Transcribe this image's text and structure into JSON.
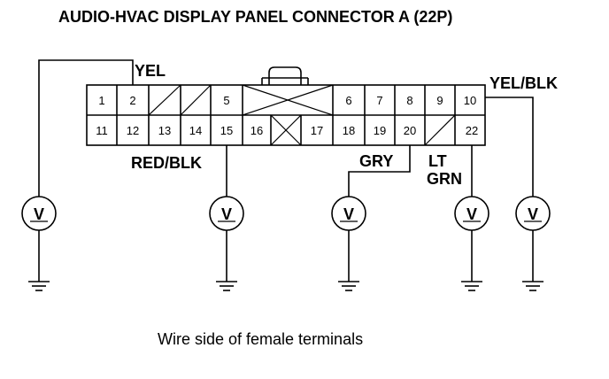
{
  "title": "AUDIO-HVAC DISPLAY PANEL CONNECTOR A (22P)",
  "caption": "Wire side of female terminals",
  "meter_symbol": "V",
  "wire_labels": {
    "yel": "YEL",
    "yel_blk": "YEL/BLK",
    "red_blk": "RED/BLK",
    "gry": "GRY",
    "lt": "LT",
    "grn": "GRN"
  },
  "connector": {
    "top_row": [
      "1",
      "2",
      "",
      "",
      "5",
      "",
      "",
      "6",
      "7",
      "8",
      "9",
      "10"
    ],
    "bottom_row": [
      "11",
      "12",
      "13",
      "14",
      "15",
      "16",
      "",
      "17",
      "18",
      "19",
      "20",
      "",
      "22"
    ]
  },
  "icons": [
    "voltmeter-icon",
    "ground-icon"
  ]
}
